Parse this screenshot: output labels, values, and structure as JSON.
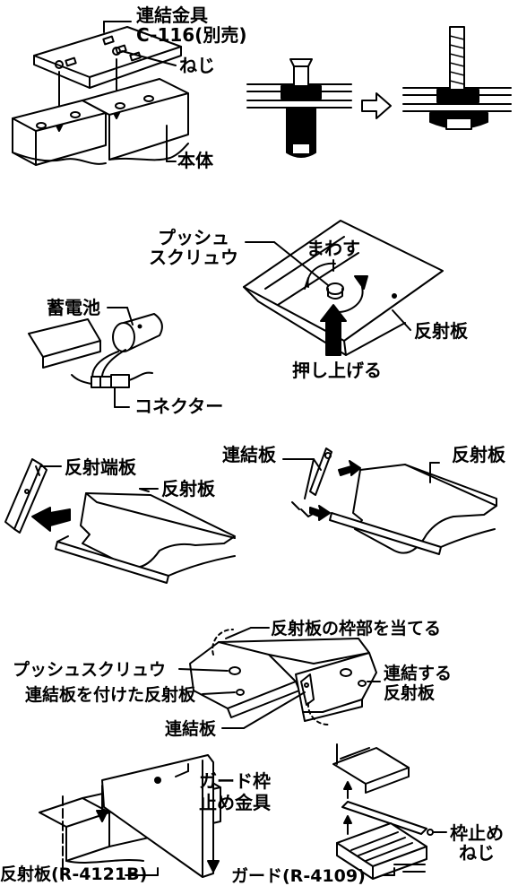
{
  "panel1": {
    "connector_fitting": "連結金具",
    "connector_part": "C-116(別売)",
    "screw": "ねじ",
    "body": "本体"
  },
  "panel2": {
    "push_screw_line1": "プッシュ",
    "push_screw_line2": "スクリュウ",
    "rotate": "まわす",
    "reflector": "反射板",
    "push_up": "押し上げる",
    "battery": "蓄電池",
    "connector": "コネクター"
  },
  "panel3": {
    "reflector_end_plate": "反射端板",
    "reflector_left": "反射板",
    "connecting_plate": "連結板",
    "reflector_right": "反射板"
  },
  "panel4": {
    "frame_note": "反射板の枠部を当てる",
    "push_screw": "プッシュスクリュウ",
    "reflector_with_plate": "連結板を付けた反射板",
    "connecting_plate": "連結板",
    "joining_reflector_line1": "連結する",
    "joining_reflector_line2": "反射板"
  },
  "panel5": {
    "guard_frame_line1": "ガード枠",
    "guard_frame_line2": "止め金具",
    "reflector_part": "反射板(R-4121B)",
    "guard_part": "ガード(R-4109)",
    "frame_screw_line1": "枠止め",
    "frame_screw_line2": "ねじ"
  }
}
